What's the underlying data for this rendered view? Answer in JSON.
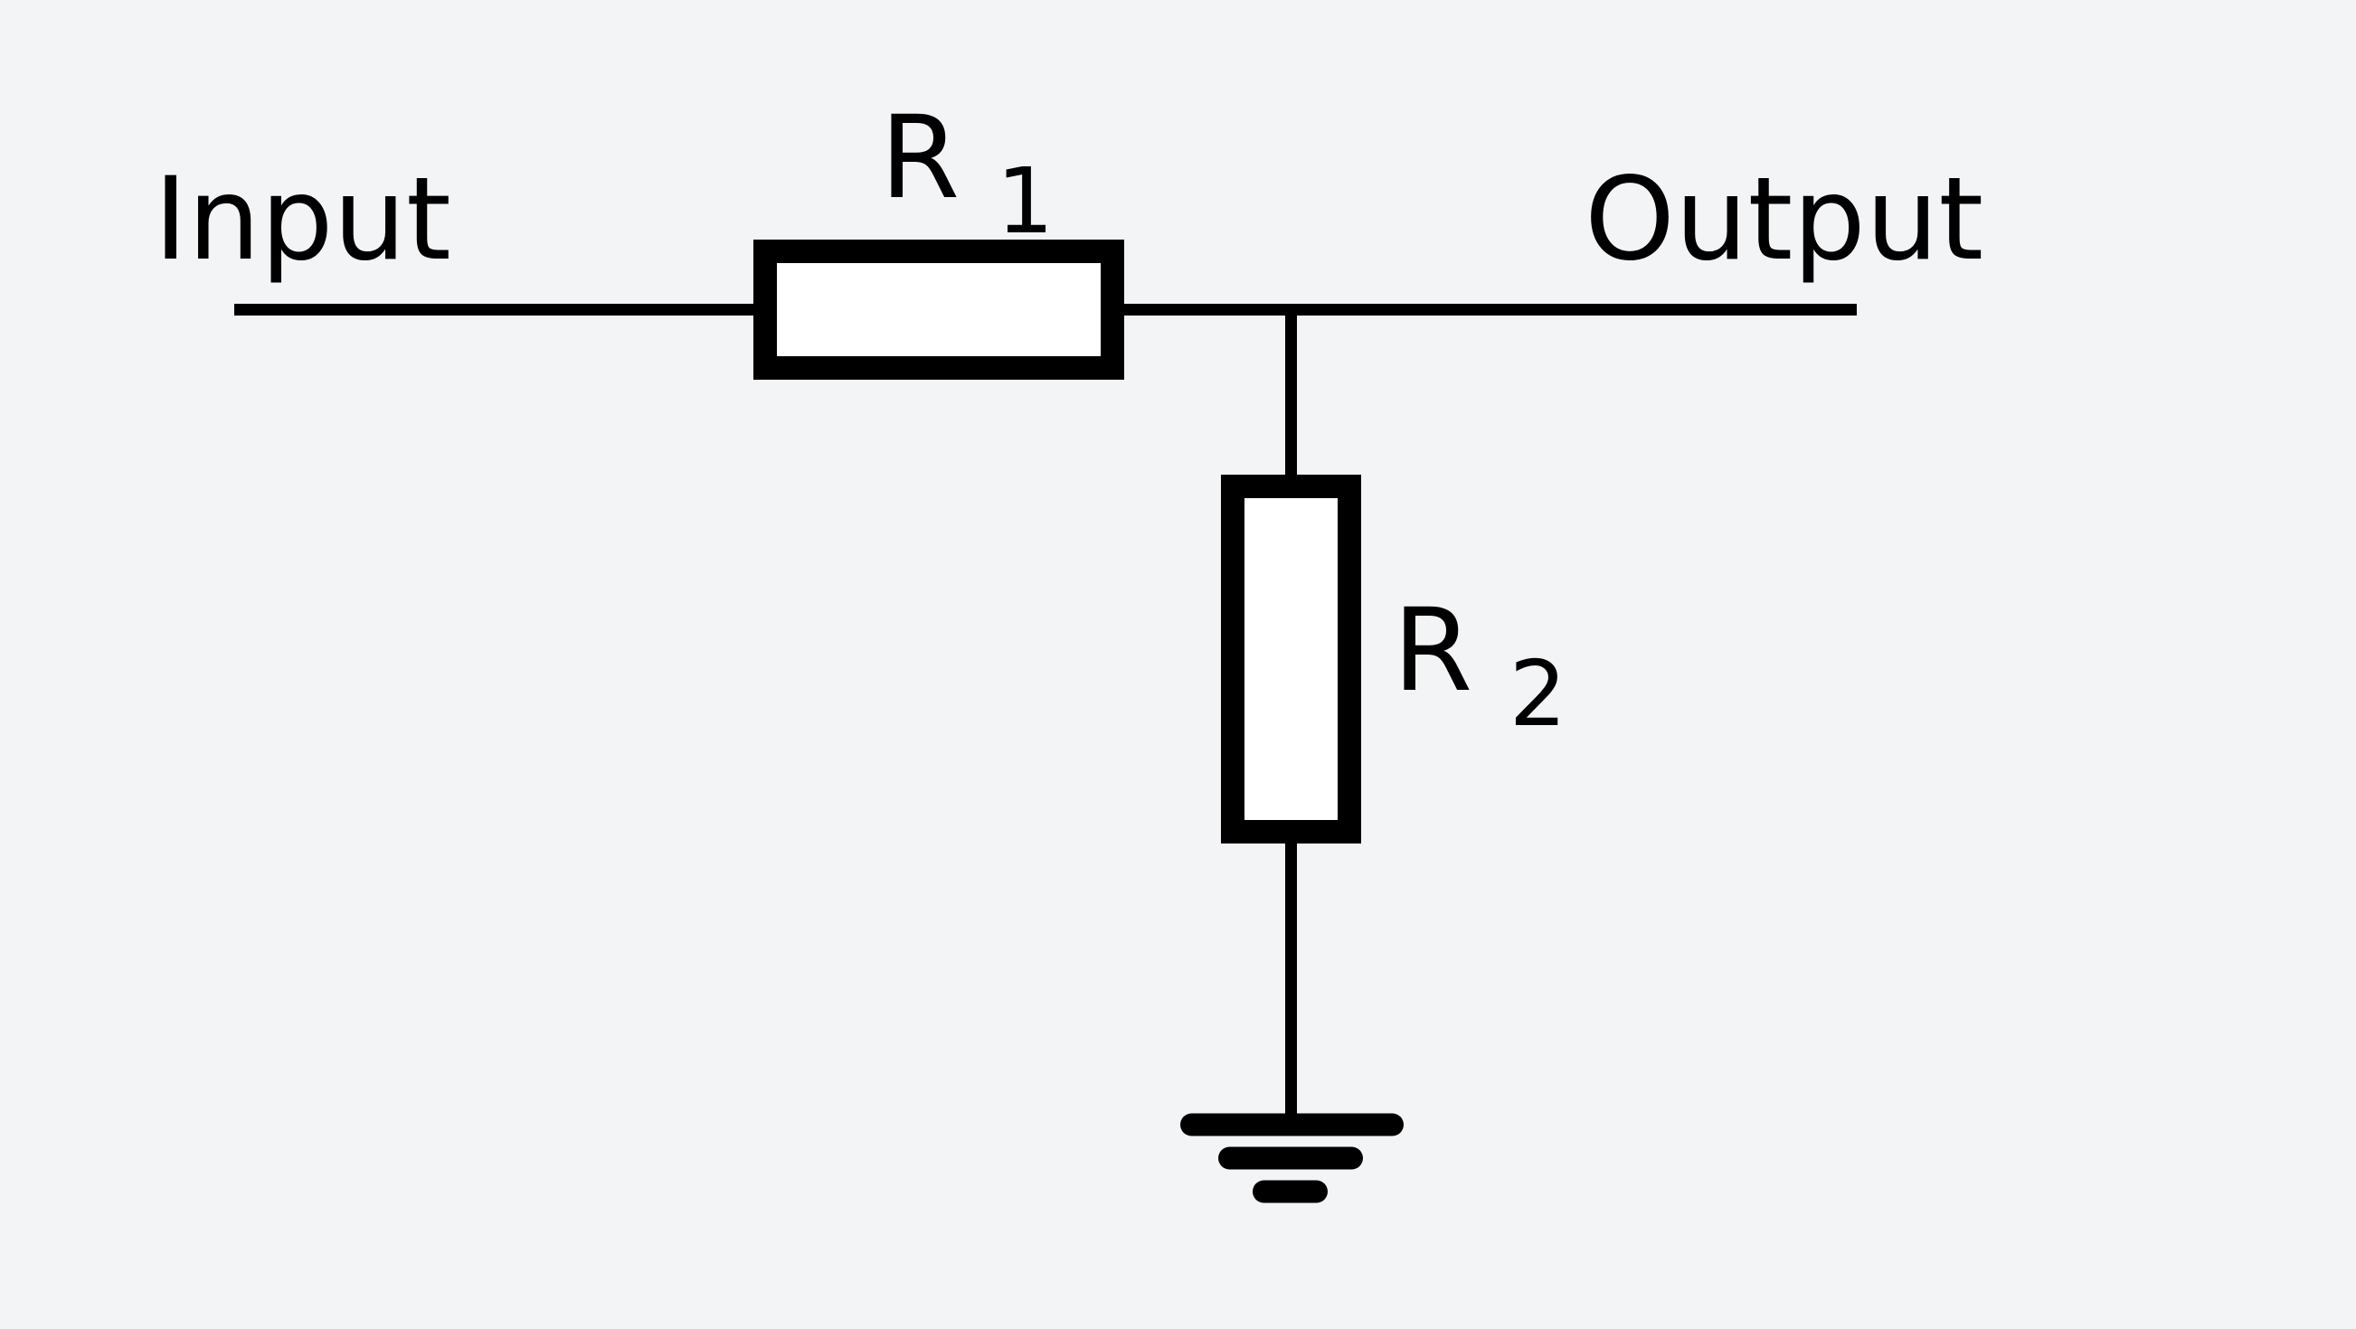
{
  "canvas": {
    "background": "#f3f4f6",
    "ink": "#000000",
    "resistor_fill": "#ffffff"
  },
  "labels": {
    "input": "Input",
    "output": "Output",
    "r1": {
      "base": "R",
      "sub": "1"
    },
    "r2": {
      "base": "R",
      "sub": "2"
    }
  }
}
